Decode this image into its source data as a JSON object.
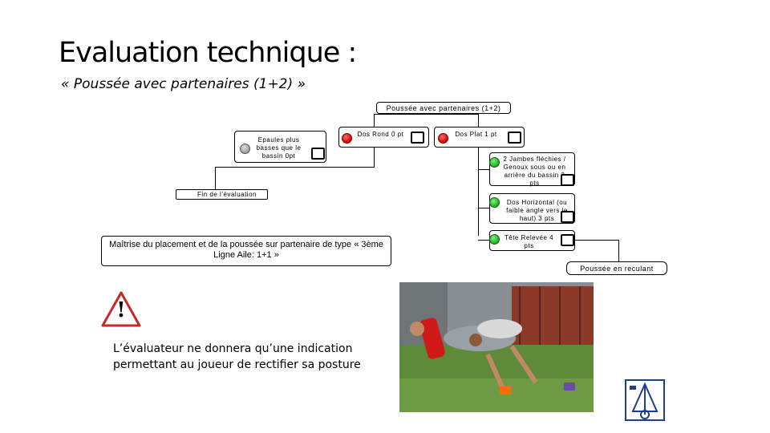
{
  "title": "Evaluation technique :",
  "subtitle": "« Poussée avec partenaires (1+2) »",
  "flow": {
    "root": "Poussée avec partenaires (1+2)",
    "epaules": "Epaules plus basses que le bassin 0pt",
    "dos_rond": "Dos Rond 0 pt",
    "dos_plat": "Dos Plat 1 pt",
    "jambes": "2 Jambes fléchies / Genoux sous ou en arrière du bassin 2 pts",
    "fin": "Fin de l’évaluation",
    "dos_horizontal": "Dos Horizontal (ou faible angle vers le haut) 3 pts",
    "tete": "Tête Relevée 4 pts",
    "reculant": "Poussée en reculant"
  },
  "maitrise": "Maîtrise du placement et de la poussée sur partenaire de type « 3ème Ligne Aile: 1+1 »",
  "note": "L’évaluateur ne donnera qu’une indication permettant au joueur de rectifier sa posture",
  "warning_symbol": "!",
  "colors": {
    "red": "#d10000",
    "green": "#1fae1f",
    "grey": "#9a9a9a"
  },
  "icons": [
    "warning-triangle-icon",
    "ffr-logo-icon"
  ]
}
